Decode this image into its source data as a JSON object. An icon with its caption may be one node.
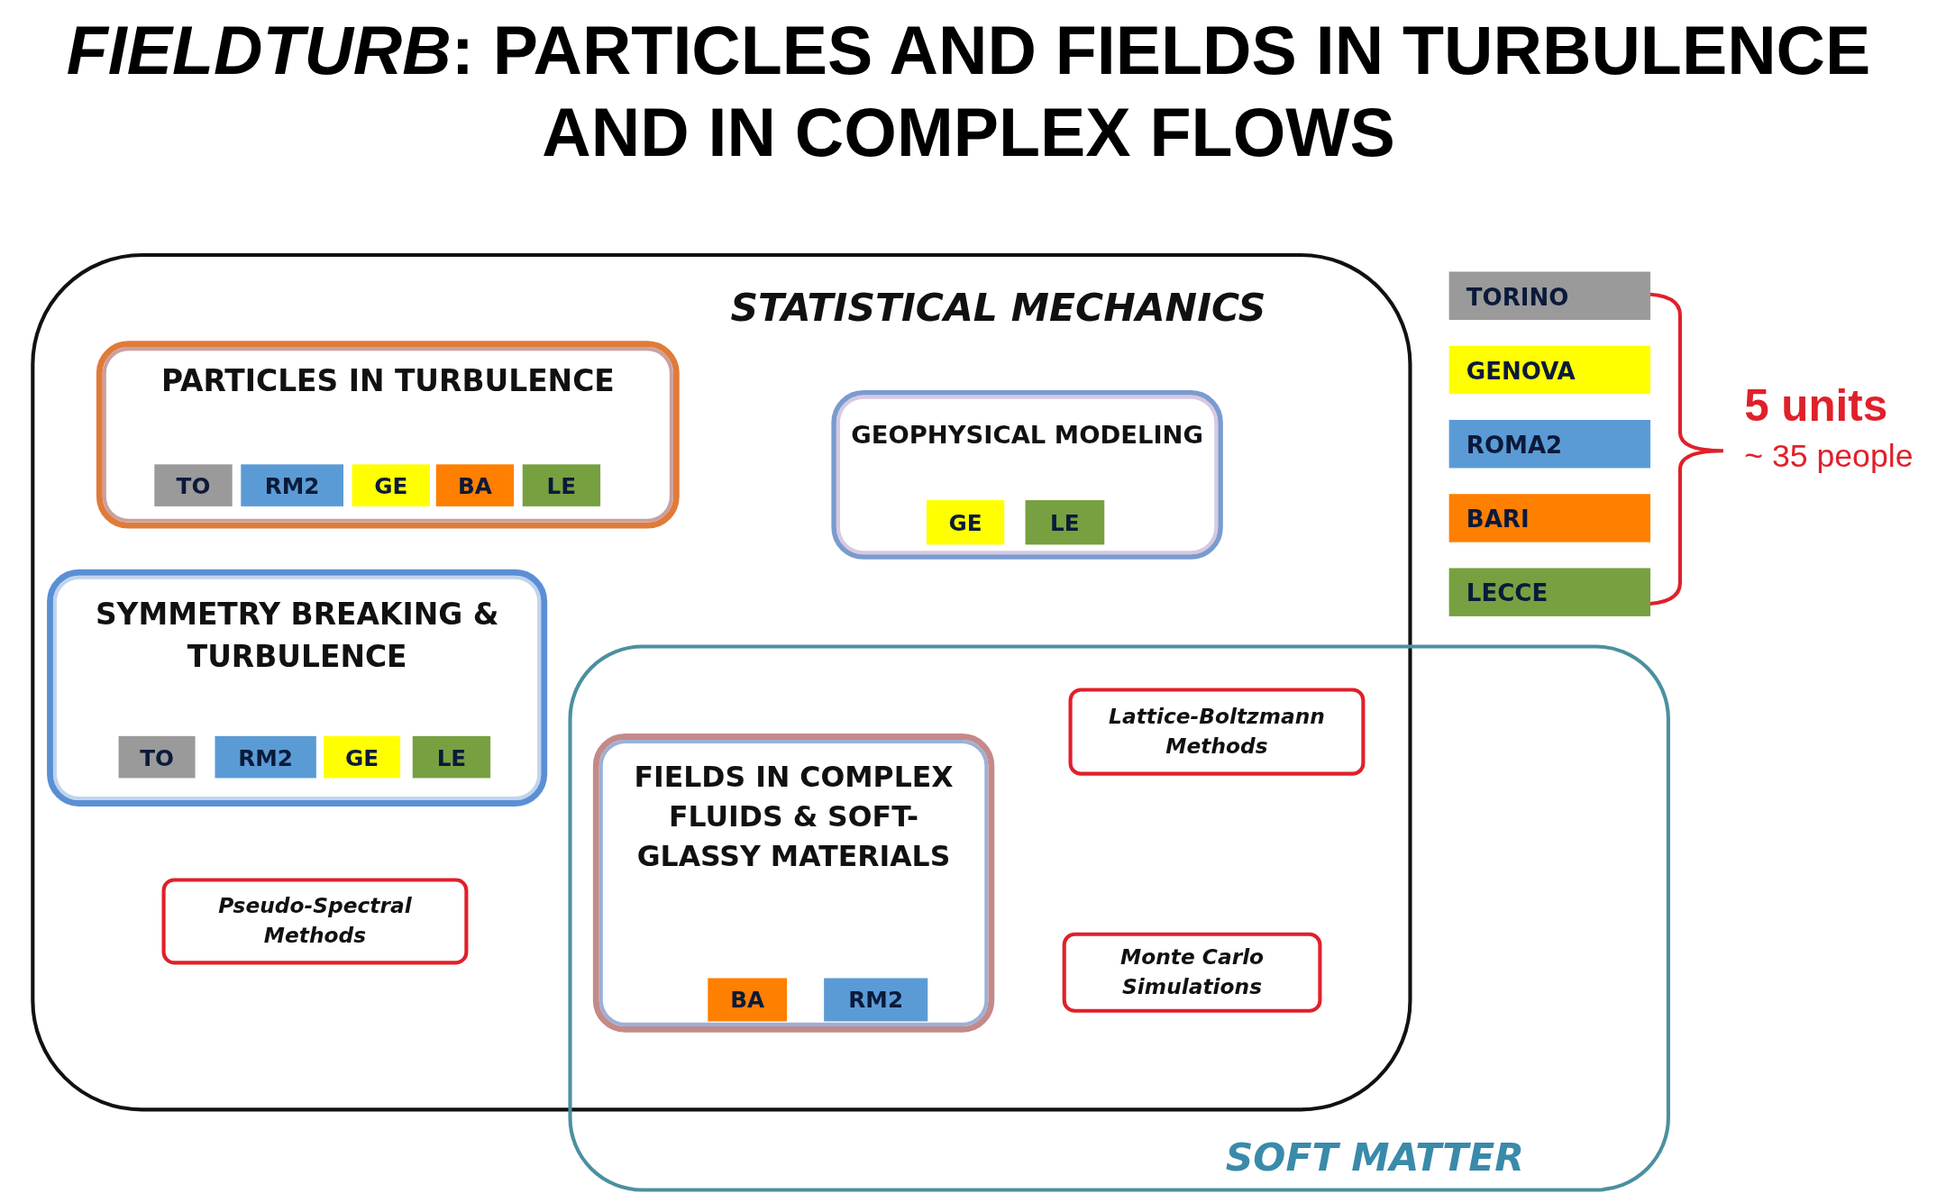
{
  "diagram": {
    "title": "*FIELDTURB*: PARTICLES AND FIELDS IN TURBULENCE AND IN COMPLEX FLOWS",
    "nodes": [
      {
        "text": [
          "STATISTICAL MECHANICS"
        ]
      },
      {
        "text": [
          "PARTICLES IN TURBULENCE"
        ],
        "in": 0
      },
      {
        "text": [
          "TO"
        ],
        "in": 1
      },
      {
        "text": [
          "RM2"
        ],
        "in": 1
      },
      {
        "text": [
          "GE"
        ],
        "in": 1
      },
      {
        "text": [
          "BA"
        ],
        "in": 1
      },
      {
        "text": [
          "LE"
        ],
        "in": 1
      },
      {
        "text": [
          "GEOPHYSICAL MODELING"
        ],
        "in": 0
      },
      {
        "text": [
          "GE"
        ],
        "in": 7
      },
      {
        "text": [
          "LE"
        ],
        "in": 7
      },
      {
        "text": [
          "SYMMETRY BREAKING & TURBULENCE"
        ],
        "in": 0
      },
      {
        "text": [
          "TO"
        ],
        "in": 10
      },
      {
        "text": [
          "RM2"
        ],
        "in": 10
      },
      {
        "text": [
          "GE"
        ],
        "in": 10
      },
      {
        "text": [
          "LE"
        ],
        "in": 10
      },
      {
        "text": [
          "Pseudo-Spectral Methods"
        ],
        "in": 0
      },
      {
        "text": [
          "SOFT MATTER"
        ]
      },
      {
        "text": [
          "FIELDS IN COMPLEX FLUIDS & SOFT-GLASSY MATERIALS"
        ]
      },
      {
        "text": [
          "BA"
        ],
        "in": 17
      },
      {
        "text": [
          "RM2"
        ],
        "in": 17
      },
      {
        "text": [
          "Lattice-Boltzmann Methods"
        ]
      },
      {
        "text": [
          "Monte Carlo Simulations"
        ]
      }
    ],
    "labels": [
      "5 units",
      "~ 35 people"
    ],
    "legend": [
      {
        "text": "TORINO",
        "color": "#9a9a9a"
      },
      {
        "text": "GENOVA",
        "color": "#ffff00"
      },
      {
        "text": "ROMA2",
        "color": "#5b9bd5"
      },
      {
        "text": "BARI",
        "color": "#ff7f00"
      },
      {
        "text": "LECCE",
        "color": "#77a040"
      }
    ]
  }
}
